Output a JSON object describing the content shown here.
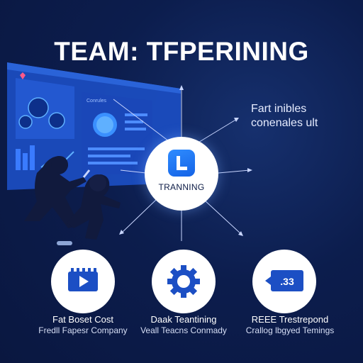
{
  "title": "TEAM: TFPERINING",
  "description": {
    "line1": "Fart inibles",
    "line2": "conenales ult"
  },
  "hub": {
    "label": "TRANNING",
    "icon": "app-l-icon"
  },
  "screen": {
    "label": "Conrules"
  },
  "features": [
    {
      "icon": "video-play-icon",
      "title": "Fat Boset Cost",
      "subtitle": "Fredll Fapesr Company"
    },
    {
      "icon": "gear-icon",
      "title": "Daak Teantining",
      "subtitle": "Veall Teacns Conmady"
    },
    {
      "icon": "screen-counter-icon",
      "title": "REEE Trestrepond",
      "subtitle": "Crallog lbgyed Temings",
      "badge": ".33"
    }
  ],
  "colors": {
    "background": "#0b1a44",
    "accent": "#1f6fe8",
    "screen": "#1c4fc4"
  }
}
